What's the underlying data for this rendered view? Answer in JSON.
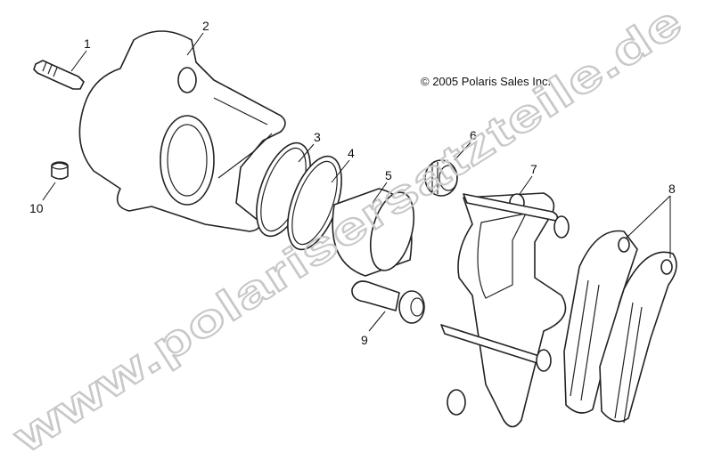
{
  "copyright": "© 2005 Polaris Sales Inc.",
  "watermark": "www.polarisersatzteile.de",
  "callouts": [
    "1",
    "2",
    "3",
    "4",
    "5",
    "6",
    "7",
    "8",
    "9",
    "10"
  ]
}
